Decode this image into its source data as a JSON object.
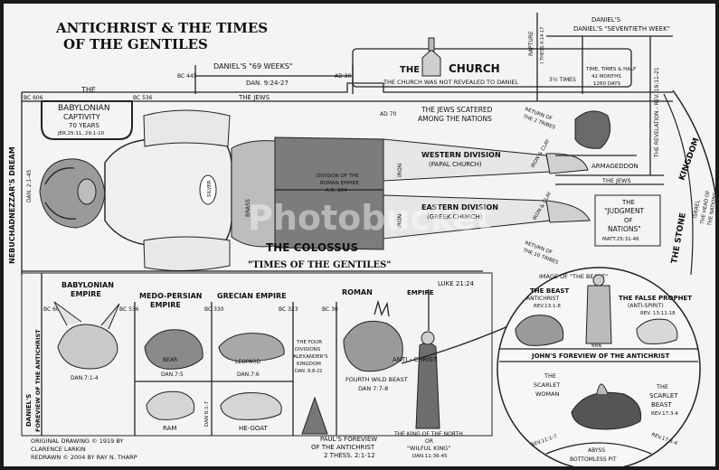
{
  "title": {
    "line1": "ANTICHRIST & THE TIMES",
    "line2": "OF THE GENTILES"
  },
  "top": {
    "daniels_weeks": "DANIEL'S \"69 WEEKS\"",
    "dan_ref": "DAN. 9:24-27",
    "bc445": "BC 445",
    "ad30": "AD 30",
    "the_jews": "THE JEWS",
    "church_the": "THE",
    "church_word": "CHURCH",
    "church_note": "THE CHURCH WAS NOT REVEALED TO DANIEL",
    "rapture": "RAPTURE",
    "rapture_ref": "I THESS.4:14-17",
    "seventieth_week": "DANIEL'S \"SEVENTIETH WEEK\"",
    "half_time": "3½ TIMES",
    "times_lines": [
      "TIME, TIMES & HALF",
      "42 MONTHS",
      "1260 DAYS"
    ],
    "revelation": "THE REVELATION - REV. 19:11-21"
  },
  "left": {
    "bc606": "BC 606",
    "bc536": "BC 536",
    "captivity": [
      "THE",
      "BABYLONIAN",
      "CAPTIVITY",
      "70 YEARS",
      "JER.25:11, 29:1-10"
    ],
    "neb_dream": "NEBUCHADNEZZAR'S DREAM",
    "neb_ref": "DAN. 2:1-45",
    "daniels_foreview": [
      "DANIEL'S",
      "FOREVIEW OF THE ANTICHRIST"
    ]
  },
  "colossus": {
    "ad70": "AD 70",
    "scattered": [
      "THE JEWS SCATERED",
      "AMONG THE NATIONS"
    ],
    "return_jews": [
      "RETURN OF",
      "THE 2 TRIBES"
    ],
    "iron_clay": "IRON & CLAY",
    "western": [
      "WESTERN DIVISION",
      "(PAPAL CHURCH)"
    ],
    "division_roman": [
      "DIVISION OF THE",
      "ROMAN EMPIRE",
      "A.D. 364"
    ],
    "eastern": [
      "EASTERN DIVISION",
      "(GREEK CHURCH)"
    ],
    "return_10": [
      "RETURN OF",
      "THE 10 TRIBES"
    ],
    "iron": "IRON",
    "brass": "BRASS",
    "silver": "SILVER",
    "label": "THE COLOSSUS",
    "armageddon": "ARMAGEDDON",
    "the_jews2": "THE JEWS",
    "judgment": [
      "THE",
      "\"JUDGMENT",
      "OF",
      "NATIONS\"",
      "MATT.25:31-46"
    ],
    "stone": "THE STONE",
    "kingdom": "KINGDOM",
    "israel": [
      "ISRAEL",
      "THE HEAD OF",
      "THE NATIONS"
    ]
  },
  "gentiles": {
    "label": "\"TIMES OF THE GENTILES\"",
    "luke": "LUKE 21:24"
  },
  "empires": {
    "bc605": "BC 605",
    "bc536b": "BC 536",
    "bc330": "BC 330",
    "bc323": "BC 323",
    "bc30": "BC 30",
    "babylonian": [
      "BABYLONIAN",
      "EMPIRE"
    ],
    "medo": [
      "MEDO-PERSIAN",
      "EMPIRE"
    ],
    "grecian": "GRECIAN EMPIRE",
    "roman": [
      "ROMAN",
      "EMPIRE"
    ],
    "dan7_4": "DAN.7:1-4",
    "bear": "BEAR",
    "dan7_5": "DAN.7:5",
    "leopard": "LEOPARD",
    "dan7_6": "DAN.7:6",
    "four_divisions": [
      "THE FOUR",
      "DIVISIONS",
      "ALEXANDER'S",
      "KINGDOM",
      "DAN. 8:8-22"
    ],
    "fourth_beast": [
      "FOURTH WILD BEAST",
      "DAN 7:7-8"
    ],
    "ram": "RAM",
    "dan8_7": "DAN 8:1-7",
    "hegoat": "HE-GOAT",
    "antichrist": "ANTI - CHRIST"
  },
  "bottom": {
    "credits": [
      "ORIGINAL DRAWING © 1919 BY",
      "CLARENCE LARKIN",
      "REDRAWN © 2004 BY RAY N. THARP"
    ],
    "pauls": [
      "PAUL'S FOREVIEW",
      "OF THE ANTICHRIST",
      "2 THESS. 2:1-12"
    ],
    "king_north": [
      "THE KING OF THE NORTH",
      "OR",
      "\"WILFUL KING\"",
      "DAN.11:36-45"
    ]
  },
  "johns": {
    "image_beast": "IMAGE OF \"THE BEAST\"",
    "the_beast": [
      "THE BEAST",
      "ANTICHRIST",
      "REV.13:1-8"
    ],
    "false_prophet": [
      "THE FALSE PROPHET",
      "(ANTI-SPIRIT)",
      "REV. 13:11-18"
    ],
    "number": "666",
    "foreview": "JOHN'S FOREVIEW OF THE ANTICHRIST",
    "scarlet_woman": [
      "THE",
      "SCARLET",
      "WOMAN"
    ],
    "scarlet_beast": [
      "THE",
      "SCARLET",
      "BEAST",
      "REV.17:3-4"
    ],
    "abyss": [
      "ABYSS",
      "BOTTOMLESS PIT"
    ],
    "rev_left": "REV.11:1-7",
    "rev_right": "REV.17:3-4"
  },
  "watermark": "Photobucket"
}
